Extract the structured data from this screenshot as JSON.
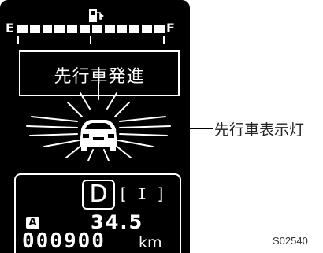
{
  "fuel_gauge": {
    "empty_label": "E",
    "full_label": "F",
    "icon": "fuel-pump-icon",
    "segments_total": 12,
    "segments_filled": 12
  },
  "message": {
    "text": "先行車発進"
  },
  "indicator": {
    "icon": "vehicle-ahead-icon"
  },
  "info_panel": {
    "gear": "D",
    "mode": "[ I ]",
    "trip_badge": "A",
    "trip_value": "34.5",
    "odometer": "000900",
    "odometer_unit": "km"
  },
  "callout": {
    "label": "先行車表示灯"
  },
  "figure_id": "S02540",
  "colors": {
    "display_bg": "#000000",
    "display_fg": "#ffffff",
    "page_bg": "#ffffff"
  }
}
